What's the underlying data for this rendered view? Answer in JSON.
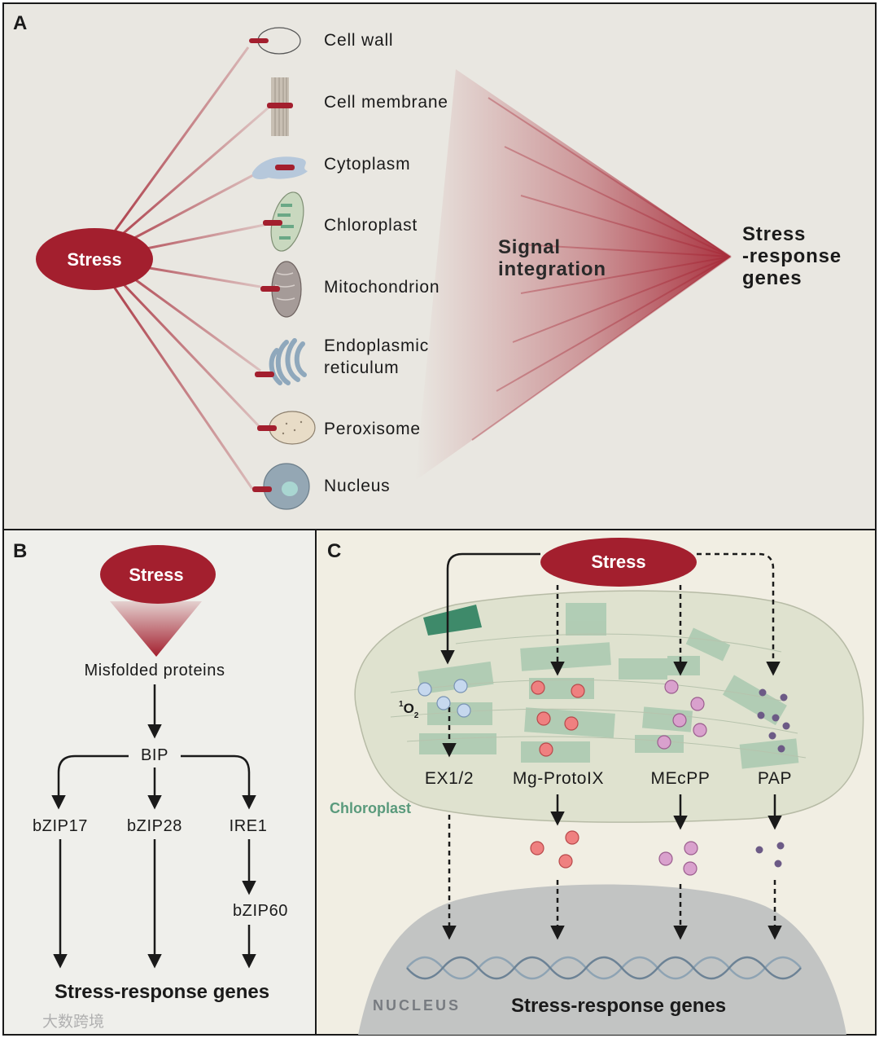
{
  "panel_a": {
    "letter": "A",
    "stress": "Stress",
    "organelles": [
      "Cell wall",
      "Cell membrane",
      "Cytoplasm",
      "Chloroplast",
      "Mitochondrion",
      "Endoplasmic",
      "reticulum",
      "Peroxisome",
      "Nucleus"
    ],
    "signal_line1": "Signal",
    "signal_line2": "integration",
    "genes_line1": "Stress",
    "genes_line2": "-response",
    "genes_line3": "genes"
  },
  "panel_b": {
    "letter": "B",
    "stress": "Stress",
    "misfolded": "Misfolded proteins",
    "bip": "BIP",
    "bzip17": "bZIP17",
    "bzip28": "bZIP28",
    "ire1": "IRE1",
    "bzip60": "bZIP60",
    "genes": "Stress-response genes"
  },
  "panel_c": {
    "letter": "C",
    "stress": "Stress",
    "o2_sup": "1",
    "o2_main": "O",
    "o2_sub": "2",
    "ex": "EX1/2",
    "mg": "Mg-ProtoIX",
    "mecpp": "MEcPP",
    "pap": "PAP",
    "chloroplast": "Chloroplast",
    "nucleus": "NUCLEUS",
    "genes": "Stress-response genes"
  },
  "watermark": "大数跨境",
  "colors": {
    "stress_red": "#a31f2e",
    "panel_a_bg": "#e9e7e1",
    "panel_b_bg": "#efefeb",
    "panel_c_bg": "#f1eee3",
    "chloroplast_green": "#5a9a7c",
    "o2_blue": "#c6d8ee",
    "mg_salmon": "#ef8080",
    "mecpp_pink": "#d9a1cd",
    "pap_purple": "#6c5a86"
  }
}
